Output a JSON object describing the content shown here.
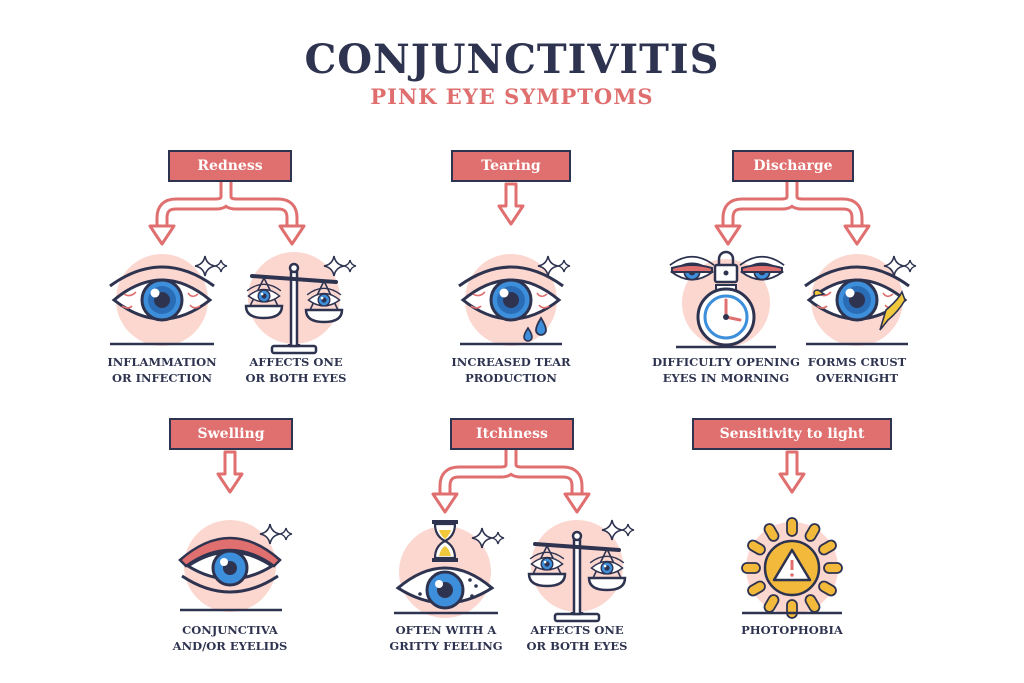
{
  "header": {
    "title": "CONJUNCTIVITIS",
    "subtitle": "PINK EYE SYMPTOMS"
  },
  "colors": {
    "accent": "#e06f6f",
    "dark": "#2e3350",
    "blush": "#fbd7d0",
    "iris": "#3d8fdc",
    "crust": "#f0c83c",
    "sun": "#f2b93a"
  },
  "symptoms": [
    {
      "label": "Redness",
      "captions": [
        [
          "INFLAMMATION",
          "OR INFECTION"
        ],
        [
          "AFFECTS ONE",
          "OR BOTH EYES"
        ]
      ]
    },
    {
      "label": "Tearing",
      "captions": [
        [
          "INCREASED TEAR",
          "PRODUCTION"
        ]
      ]
    },
    {
      "label": "Discharge",
      "captions": [
        [
          "DIFFICULTY OPENING",
          "EYES IN MORNING"
        ],
        [
          "FORMS CRUST",
          "OVERNIGHT"
        ]
      ]
    },
    {
      "label": "Swelling",
      "captions": [
        [
          "CONJUNCTIVA",
          "AND/OR EYELIDS"
        ]
      ]
    },
    {
      "label": "Itchiness",
      "captions": [
        [
          "OFTEN WITH A",
          "GRITTY FEELING"
        ],
        [
          "AFFECTS ONE",
          "OR BOTH EYES"
        ]
      ]
    },
    {
      "label": "Sensitivity to light",
      "captions": [
        [
          "PHOTOPHOBIA"
        ]
      ]
    }
  ]
}
